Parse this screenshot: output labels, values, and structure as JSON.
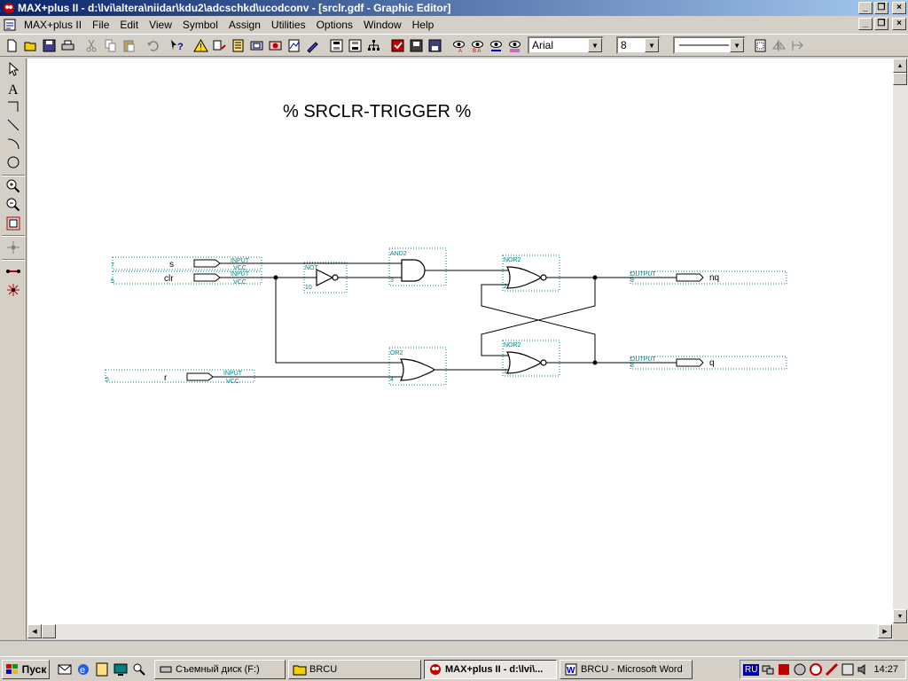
{
  "window": {
    "title": "MAX+plus II - d:\\lvi\\altera\\niidar\\kdu2\\adcschkd\\ucodconv - [srclr.gdf - Graphic Editor]",
    "min_glyph": "_",
    "max_glyph": "❐",
    "close_glyph": "×"
  },
  "menu": {
    "items": [
      "MAX+plus II",
      "File",
      "Edit",
      "View",
      "Symbol",
      "Assign",
      "Utilities",
      "Options",
      "Window",
      "Help"
    ]
  },
  "toolbar": {
    "font_name": "Arial",
    "font_size": "8",
    "dropdown_glyph": "▼"
  },
  "schematic": {
    "title": "% SRCLR-TRIGGER %",
    "inputs": [
      {
        "name": "s",
        "pin": "7",
        "type": "INPUT",
        "default": "VCC"
      },
      {
        "name": "clr",
        "pin": "5",
        "type": "INPUT",
        "default": "VCC"
      },
      {
        "name": "r",
        "pin": "5",
        "type": "INPUT",
        "default": "VCC"
      }
    ],
    "outputs": [
      {
        "name": "nq",
        "pin": "9",
        "type": "OUTPUT"
      },
      {
        "name": "q",
        "pin": "8",
        "type": "OUTPUT"
      }
    ],
    "gates": [
      {
        "type": "NOT",
        "id": "10"
      },
      {
        "type": "AND2",
        "id": "3"
      },
      {
        "type": "OR2",
        "id": "4"
      },
      {
        "type": "NOR2",
        "id": "2"
      },
      {
        "type": "NOR2",
        "id": "1"
      }
    ]
  },
  "taskbar": {
    "start_label": "Пуск",
    "tasks": [
      {
        "label": "Съемный диск (F:)",
        "active": false
      },
      {
        "label": "BRCU",
        "active": false
      },
      {
        "label": "MAX+plus II - d:\\lvi\\...",
        "active": true
      },
      {
        "label": "BRCU - Microsoft Word",
        "active": false
      }
    ],
    "language": "RU",
    "clock": "14:27"
  },
  "colors": {
    "title_start": "#0a246a",
    "title_end": "#a6caf0",
    "schematic_label": "#008080",
    "box_dots": "#008080",
    "wire": "#000000"
  }
}
